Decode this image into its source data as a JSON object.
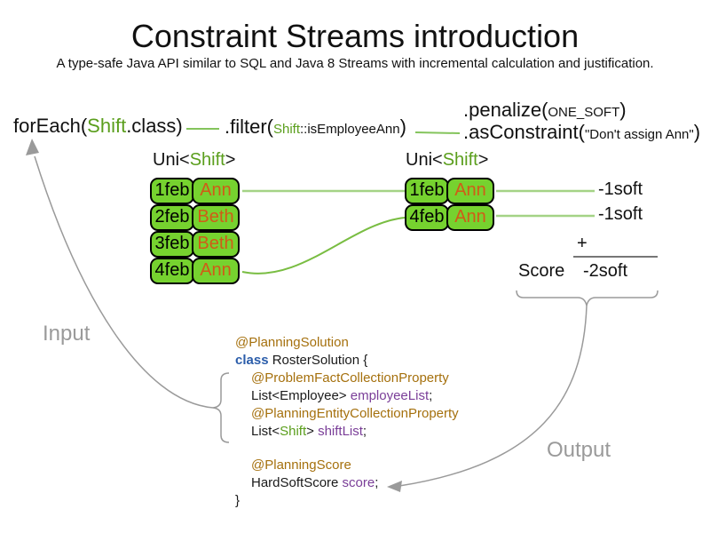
{
  "title": "Constraint Streams introduction",
  "subtitle": "A type-safe Java API similar to SQL and Java 8 Streams with incremental calculation and justification.",
  "pipeline": {
    "foreach": {
      "pre": "forEach(",
      "type": "Shift",
      "post": ".class)"
    },
    "filter": {
      "pre": ".filter(",
      "type": "Shift",
      "arg": "::isEmployeeAnn",
      "close": ")"
    },
    "penalize": {
      "pre": ".penalize(",
      "arg": "ONE_SOFT",
      "close": ")"
    },
    "asconstraint": {
      "pre": ".asConstraint(",
      "arg": "\"Don't assign Ann\"",
      "close": ")"
    }
  },
  "left_stream": {
    "label_pre": "Uni<",
    "label_type": "Shift",
    "label_post": ">",
    "rows": [
      {
        "date": "1feb",
        "name": "Ann"
      },
      {
        "date": "2feb",
        "name": "Beth"
      },
      {
        "date": "3feb",
        "name": "Beth"
      },
      {
        "date": "4feb",
        "name": "Ann"
      }
    ]
  },
  "right_stream": {
    "label_pre": "Uni<",
    "label_type": "Shift",
    "label_post": ">",
    "rows": [
      {
        "date": "1feb",
        "name": "Ann"
      },
      {
        "date": "4feb",
        "name": "Ann"
      }
    ]
  },
  "scores": {
    "penalties": [
      "-1soft",
      "-1soft"
    ],
    "plus": "+",
    "label": "Score",
    "total": "-2soft"
  },
  "flow_labels": {
    "input": "Input",
    "output": "Output"
  },
  "code": {
    "lines": [
      {
        "segs": [
          {
            "t": "@PlanningSolution"
          }
        ]
      },
      {
        "segs": [
          {
            "t": "class"
          },
          {
            "t": " RosterSolution {"
          }
        ]
      },
      {
        "segs": [
          {
            "t": "@ProblemFactCollectionProperty"
          }
        ]
      },
      {
        "segs": [
          {
            "t": "List<Employee> "
          },
          {
            "t": "employeeList"
          },
          {
            "t": ";"
          }
        ]
      },
      {
        "segs": [
          {
            "t": "@PlanningEntityCollectionProperty"
          }
        ]
      },
      {
        "segs": [
          {
            "t": "List<"
          },
          {
            "t": "Shift"
          },
          {
            "t": "> "
          },
          {
            "t": "shiftList"
          },
          {
            "t": ";"
          }
        ]
      },
      {
        "segs": [
          {
            "t": "@PlanningScore"
          }
        ]
      },
      {
        "segs": [
          {
            "t": "HardSoftScore "
          },
          {
            "t": "score"
          },
          {
            "t": ";"
          }
        ]
      },
      {
        "segs": [
          {
            "t": "}"
          }
        ]
      }
    ]
  },
  "colors": {
    "cell_green": "#76d22f",
    "type_green": "#5a9e1c",
    "name_orange": "#d05c17",
    "line_light_green": "#a4d386",
    "line_mid_green": "#79bd42",
    "gray": "#9a9a9a",
    "annotation_gold": "#a5700d",
    "keyword_blue": "#2b5daa",
    "field_purple": "#7a3e98"
  }
}
